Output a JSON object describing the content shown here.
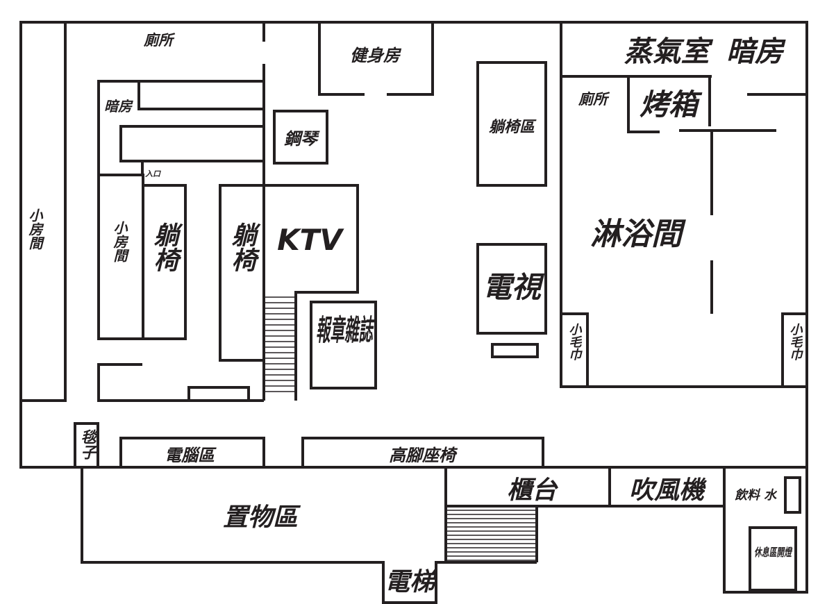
{
  "floorplan": {
    "labels": {
      "restroom_top": "廁所",
      "gym": "健身房",
      "steam_room": "蒸氣室",
      "dark_room_top": "暗房",
      "dark_room_left": "暗房",
      "piano": "鋼琴",
      "entrance": "入口",
      "lounge_chair_area_top": "躺椅區",
      "restroom_right": "廁所",
      "oven": "烤箱",
      "small_room_left": "小房間",
      "small_room_inner": "小房間",
      "lounge_chair_1": "躺椅",
      "lounge_chair_2": "躺椅",
      "ktv": "KTV",
      "shower_room": "淋浴間",
      "tv": "電視",
      "newspapers_magazines": "報章雜誌",
      "small_towel_left": "小毛巾",
      "small_towel_right": "小毛巾",
      "blanket": "毯子",
      "computer_area": "電腦區",
      "bar_stools": "高腳座椅",
      "counter": "櫃台",
      "hair_dryer": "吹風機",
      "drinking_water": "飲料 水",
      "storage_area": "置物區",
      "rest_area_lights": "休息區開燈",
      "elevator": "電梯"
    }
  }
}
